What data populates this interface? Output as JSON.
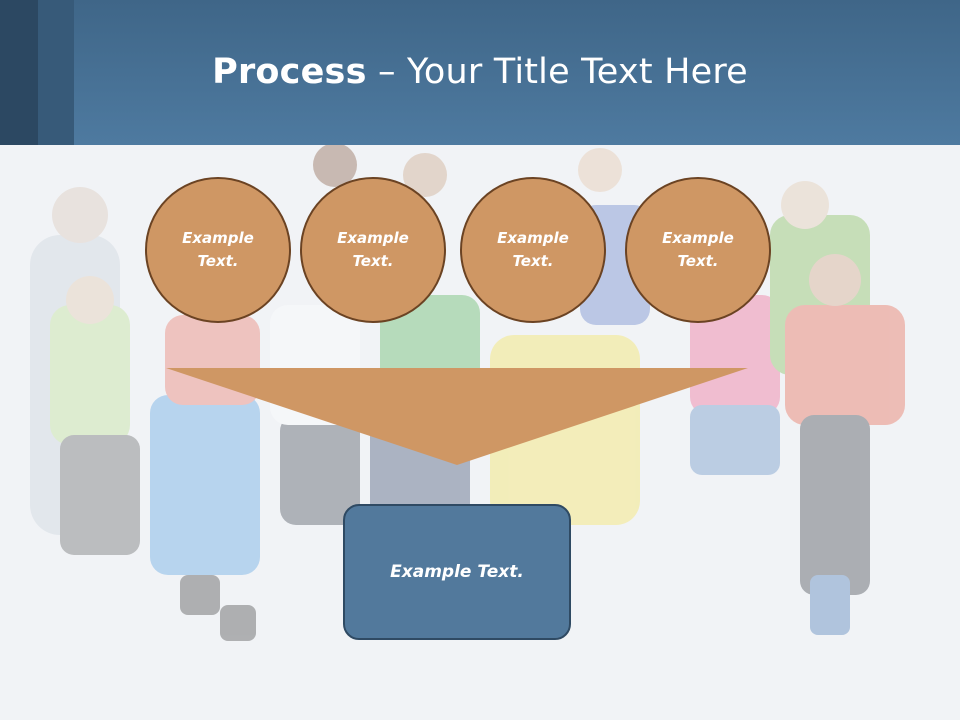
{
  "slide": {
    "title_strong": "Process",
    "title_rest": " – Your Title Text Here"
  },
  "steps": [
    {
      "label": "Example Text."
    },
    {
      "label": "Example Text."
    },
    {
      "label": "Example Text."
    },
    {
      "label": "Example Text."
    }
  ],
  "result": {
    "label": "Example Text."
  },
  "colors": {
    "header": "#4e7aa0",
    "circle_fill": "#cf9764",
    "circle_border": "#6b4323",
    "funnel": "#cf9764",
    "box_fill": "#52799c"
  }
}
